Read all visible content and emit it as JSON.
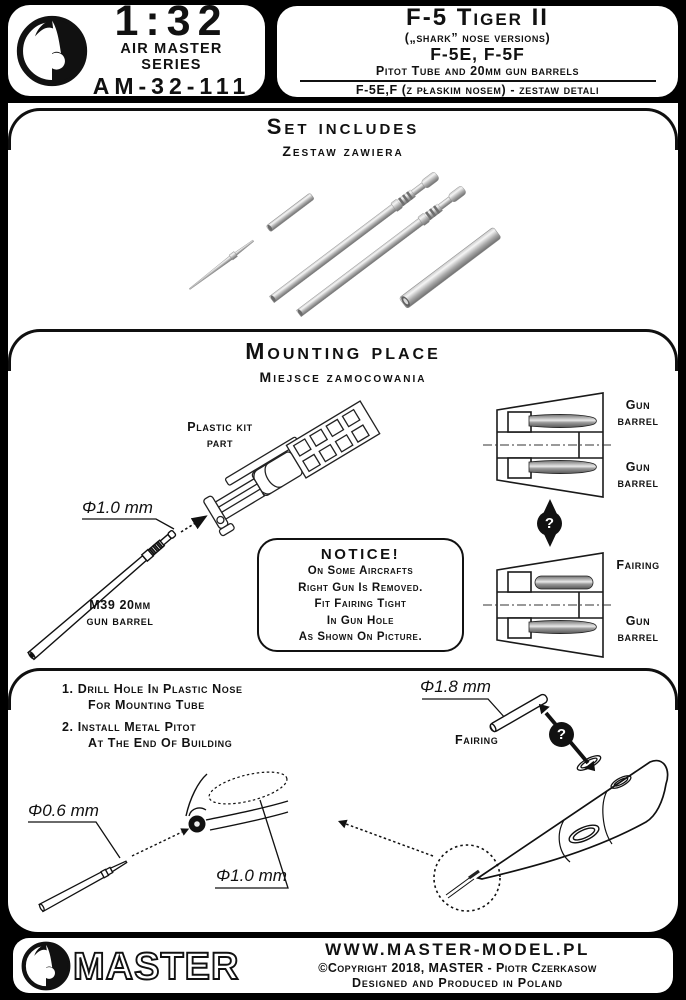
{
  "colors": {
    "ink": "#111111",
    "paper": "#ffffff",
    "metal_light": "#f2f2f2",
    "metal_dark": "#6f6f6f"
  },
  "header": {
    "brand": {
      "scale": "1:32",
      "series": "AIR MASTER SERIES",
      "code": "AM-32-111"
    },
    "title_box": {
      "title": "F-5 Tiger II",
      "sub1": "(„shark” nose versions)",
      "variants": "F-5E, F-5F",
      "sub2": "Pitot Tube and 20mm gun barrels",
      "sub3": "F-5E,F (z płaskim nosem) - zestaw detali"
    }
  },
  "set_includes": {
    "title": "Set includes",
    "subtitle": "Zestaw zawiera"
  },
  "mounting": {
    "title": "Mounting place",
    "subtitle": "Miejsce zamocowania",
    "plastic_kit_label": "Plastic kit\npart",
    "dia_label": "Φ1.0 mm",
    "barrel_label": "M39 20mm\ngun barrel",
    "notice_title": "NOTICE!",
    "notice_lines": [
      "On Some Aircrafts",
      "Right Gun Is Removed.",
      "Fit Fairing Tight",
      "In Gun Hole",
      "As Shown On Picture."
    ],
    "cross_labels": [
      "Gun\nbarrel",
      "Gun\nbarrel",
      "Fairing",
      "Gun\nbarrel"
    ],
    "question_mark": "?"
  },
  "install": {
    "steps": [
      "1. Drill Hole In Plastic Nose",
      "For Mounting Tube",
      "2. Install Metal Pitot",
      "At The End Of Building"
    ],
    "dia_fairing": "Φ1.8 mm",
    "fairing_label": "Fairing",
    "dia_small": "Φ0.6 mm",
    "dia_big": "Φ1.0 mm",
    "question_mark": "?"
  },
  "footer": {
    "logo_text": "MASTER",
    "website": "WWW.MASTER-MODEL.PL",
    "copyright": "©Copyright 2018, MASTER - Piotr Czerkasow",
    "origin": "Designed and Produced in Poland"
  }
}
